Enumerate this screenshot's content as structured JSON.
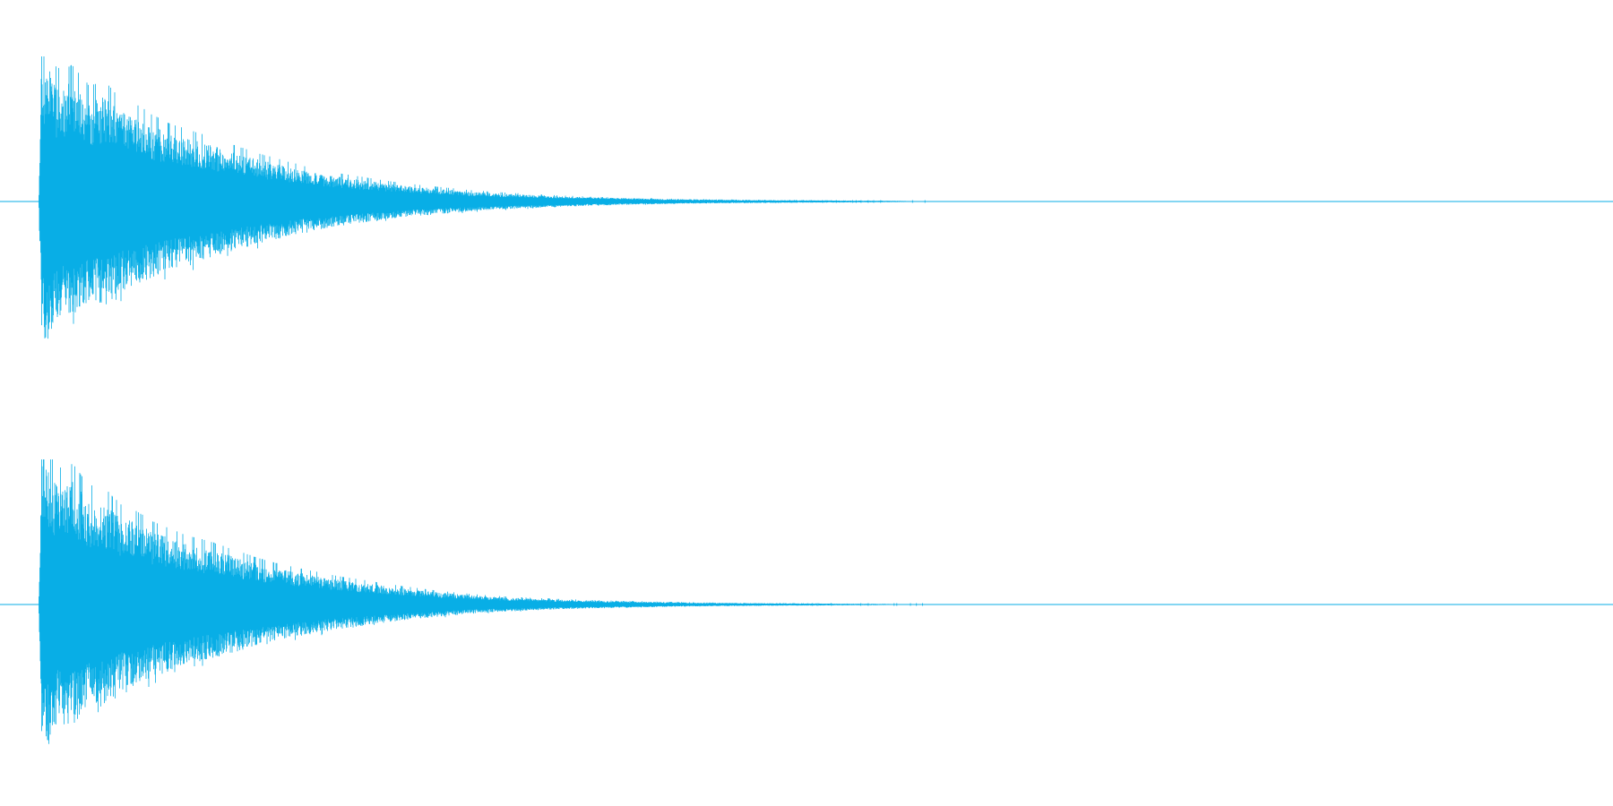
{
  "waveform": {
    "color": "#08aee6",
    "background": "#ffffff",
    "channel_count": 2,
    "channels": [
      {
        "id": "channel-1",
        "peak_amplitude": 0.98,
        "onset_fraction": 0.025,
        "envelope": [
          [
            0.0,
            0.0
          ],
          [
            0.024,
            0.0
          ],
          [
            0.026,
            0.95
          ],
          [
            0.03,
            0.98
          ],
          [
            0.035,
            0.8
          ],
          [
            0.045,
            0.82
          ],
          [
            0.055,
            0.7
          ],
          [
            0.065,
            0.72
          ],
          [
            0.075,
            0.62
          ],
          [
            0.085,
            0.58
          ],
          [
            0.095,
            0.52
          ],
          [
            0.105,
            0.47
          ],
          [
            0.115,
            0.44
          ],
          [
            0.13,
            0.39
          ],
          [
            0.145,
            0.34
          ],
          [
            0.16,
            0.29
          ],
          [
            0.175,
            0.25
          ],
          [
            0.19,
            0.21
          ],
          [
            0.21,
            0.17
          ],
          [
            0.23,
            0.14
          ],
          [
            0.25,
            0.11
          ],
          [
            0.27,
            0.09
          ],
          [
            0.29,
            0.07
          ],
          [
            0.31,
            0.055
          ],
          [
            0.33,
            0.045
          ],
          [
            0.35,
            0.035
          ],
          [
            0.37,
            0.028
          ],
          [
            0.39,
            0.022
          ],
          [
            0.41,
            0.018
          ],
          [
            0.43,
            0.014
          ],
          [
            0.46,
            0.011
          ],
          [
            0.49,
            0.009
          ],
          [
            0.52,
            0.007
          ],
          [
            0.54,
            0.006
          ],
          [
            0.56,
            0.004
          ],
          [
            0.57,
            0.0
          ],
          [
            1.0,
            0.0
          ]
        ]
      },
      {
        "id": "channel-2",
        "peak_amplitude": 0.98,
        "onset_fraction": 0.025,
        "envelope": [
          [
            0.0,
            0.0
          ],
          [
            0.024,
            0.0
          ],
          [
            0.026,
            0.96
          ],
          [
            0.03,
            0.98
          ],
          [
            0.035,
            0.82
          ],
          [
            0.045,
            0.85
          ],
          [
            0.055,
            0.72
          ],
          [
            0.065,
            0.7
          ],
          [
            0.075,
            0.6
          ],
          [
            0.085,
            0.56
          ],
          [
            0.095,
            0.5
          ],
          [
            0.105,
            0.46
          ],
          [
            0.115,
            0.42
          ],
          [
            0.13,
            0.38
          ],
          [
            0.145,
            0.33
          ],
          [
            0.16,
            0.28
          ],
          [
            0.175,
            0.24
          ],
          [
            0.19,
            0.21
          ],
          [
            0.21,
            0.17
          ],
          [
            0.23,
            0.14
          ],
          [
            0.25,
            0.11
          ],
          [
            0.27,
            0.085
          ],
          [
            0.29,
            0.065
          ],
          [
            0.31,
            0.05
          ],
          [
            0.33,
            0.04
          ],
          [
            0.35,
            0.032
          ],
          [
            0.37,
            0.026
          ],
          [
            0.39,
            0.021
          ],
          [
            0.41,
            0.017
          ],
          [
            0.43,
            0.013
          ],
          [
            0.46,
            0.01
          ],
          [
            0.49,
            0.008
          ],
          [
            0.52,
            0.006
          ],
          [
            0.54,
            0.005
          ],
          [
            0.555,
            0.003
          ],
          [
            0.56,
            0.0
          ],
          [
            1.0,
            0.0
          ]
        ]
      }
    ]
  }
}
